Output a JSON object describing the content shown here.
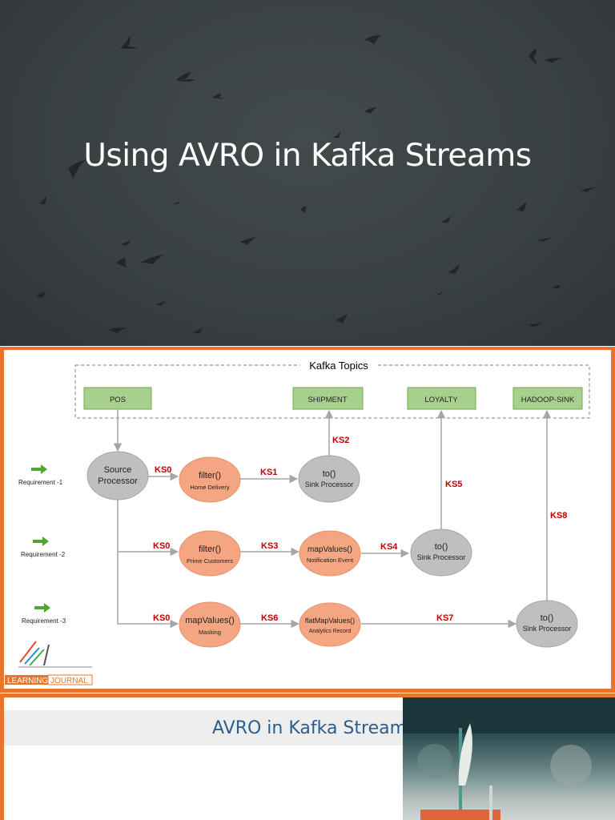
{
  "slide1": {
    "title": "Using AVRO in Kafka Streams"
  },
  "slide2": {
    "group_label": "Kafka Topics",
    "topics": [
      "POS",
      "SHIPMENT",
      "LOYALTY",
      "HADOOP-SINK"
    ],
    "requirements": [
      "Requirement -1",
      "Requirement -2",
      "Requirement -3"
    ],
    "source": {
      "line1": "Source",
      "line2": "Processor"
    },
    "nodes": {
      "r1_filter": {
        "main": "filter()",
        "sub": "Home Delivery"
      },
      "r1_to": {
        "main": "to()",
        "sub": "Sink Processor"
      },
      "r2_filter": {
        "main": "filter()",
        "sub": "Prime Customers"
      },
      "r2_map": {
        "main": "mapValues()",
        "sub": "Notification Event"
      },
      "r2_to": {
        "main": "to()",
        "sub": "Sink Processor"
      },
      "r3_map": {
        "main": "mapValues()",
        "sub": "Masking"
      },
      "r3_flat": {
        "main": "flatMapValues()",
        "sub": "Analytics Record"
      },
      "r3_to": {
        "main": "to()",
        "sub": "Sink Processor"
      }
    },
    "edge_labels": {
      "r1_ks0": "KS0",
      "ks1": "KS1",
      "ks2": "KS2",
      "r2_ks0": "KS0",
      "ks3": "KS3",
      "ks4": "KS4",
      "ks5": "KS5",
      "r3_ks0": "KS0",
      "ks6": "KS6",
      "ks7": "KS7",
      "ks8": "KS8"
    },
    "logo": {
      "word1": "LEARNING",
      "word2": "JOURNAL"
    },
    "colors": {
      "topic_fill": "#a8d08d",
      "processor_fill": "#f4a582",
      "sink_fill": "#bfbfbf",
      "edge_label": "#c00000",
      "arrow_green": "#4ea72e"
    }
  },
  "slide3": {
    "title": "AVRO in Kafka Streams"
  }
}
